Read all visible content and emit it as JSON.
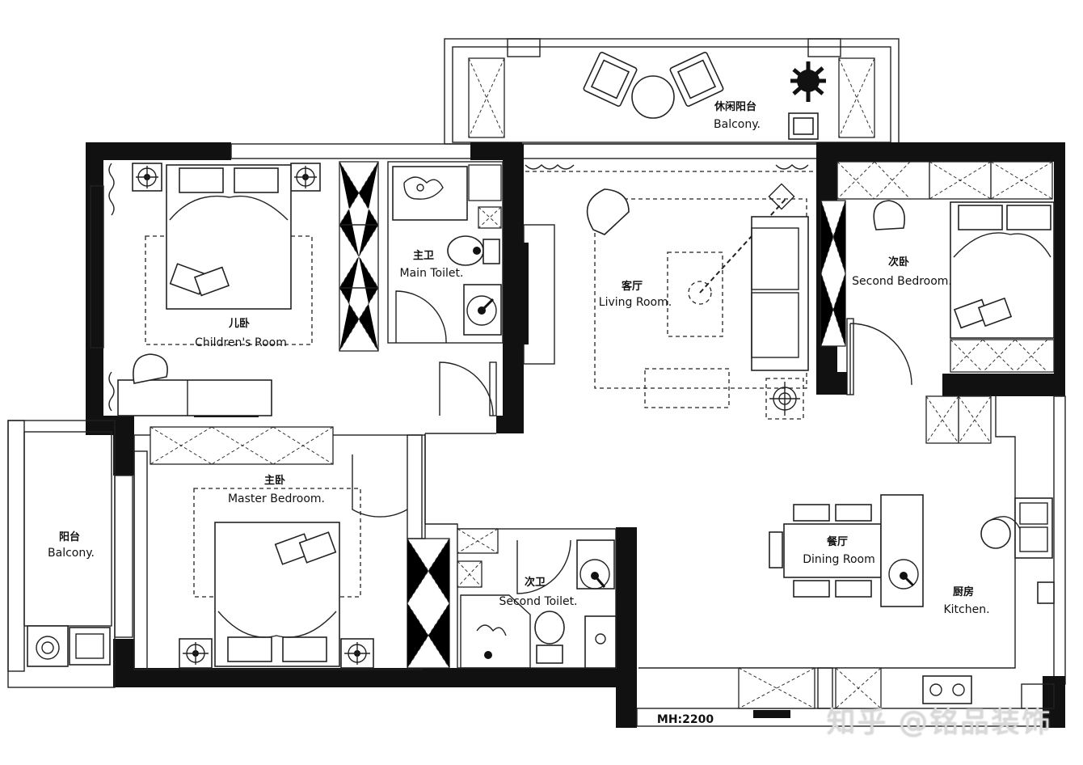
{
  "rooms": {
    "balcony_top": {
      "cn": "休闲阳台",
      "en": "Balcony."
    },
    "childrens_room": {
      "cn": "儿卧",
      "en": "Children's Room"
    },
    "main_toilet": {
      "cn": "主卫",
      "en": "Main Toilet."
    },
    "living_room": {
      "cn": "客厅",
      "en": "Living Room."
    },
    "second_bedroom": {
      "cn": "次卧",
      "en": "Second Bedroom."
    },
    "master_bedroom": {
      "cn": "主卧",
      "en": "Master Bedroom."
    },
    "balcony_left": {
      "cn": "阳台",
      "en": "Balcony."
    },
    "second_toilet": {
      "cn": "次卫",
      "en": "Second Toilet."
    },
    "dining_room": {
      "cn": "餐厅",
      "en": "Dining Room"
    },
    "kitchen": {
      "cn": "厨房",
      "en": "Kitchen."
    }
  },
  "annotations": {
    "dimension": "MH:2200"
  },
  "watermark": "知乎 @铭品装饰",
  "icons": [
    "bed-icon",
    "armchair-icon",
    "table-icon",
    "plant-icon",
    "toilet-icon",
    "sink-icon",
    "bathtub-icon",
    "washing-machine-icon",
    "stove-icon",
    "lamp-icon",
    "door-icon",
    "wardrobe-icon"
  ]
}
